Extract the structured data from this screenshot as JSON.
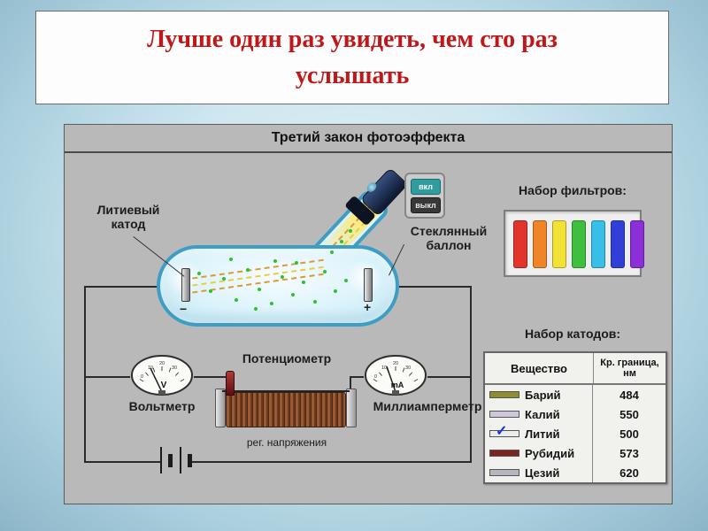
{
  "slide": {
    "title": "Лучше один раз увидеть, чем сто раз услышать",
    "title_color": "#c01818"
  },
  "panel": {
    "header": "Третий закон фотоэффекта"
  },
  "apparatus": {
    "cathode_label_line1": "Литиевый",
    "cathode_label_line2": "катод",
    "bulb_label_line1": "Стеклянный",
    "bulb_label_line2": "баллон",
    "switch_on": "вкл",
    "switch_off": "выкл",
    "minus_sign": "−",
    "plus_sign": "+"
  },
  "filters": {
    "label": "Набор фильтров:",
    "colors": [
      "#e1352b",
      "#f08428",
      "#f2e236",
      "#3fbf3f",
      "#37bfe8",
      "#2f3fd8",
      "#8c2fd8"
    ]
  },
  "cathodes": {
    "label": "Набор катодов:",
    "header_substance": "Вещество",
    "header_limit_line1": "Кр. граница,",
    "header_limit_line2": "нм",
    "check_color": "#1535d0",
    "rows": [
      {
        "name": "Барий",
        "value": "484",
        "swatch": "#8e8e2e",
        "checked": false
      },
      {
        "name": "Калий",
        "value": "550",
        "swatch": "#cfc8dc",
        "checked": false
      },
      {
        "name": "Литий",
        "value": "500",
        "swatch": "#ececec",
        "checked": true
      },
      {
        "name": "Рубидий",
        "value": "573",
        "swatch": "#7c2424",
        "checked": false
      },
      {
        "name": "Цезий",
        "value": "620",
        "swatch": "#b6b6bf",
        "checked": false
      }
    ]
  },
  "instruments": {
    "voltmeter_label": "Вольтметр",
    "voltmeter_unit": "V",
    "ammeter_label": "Миллиамперметр",
    "ammeter_unit": "mA",
    "potentiometer_label": "Потенциометр",
    "regulator_label": "рег. напряжения",
    "dial": [
      "0",
      "10",
      "20",
      "30"
    ]
  }
}
